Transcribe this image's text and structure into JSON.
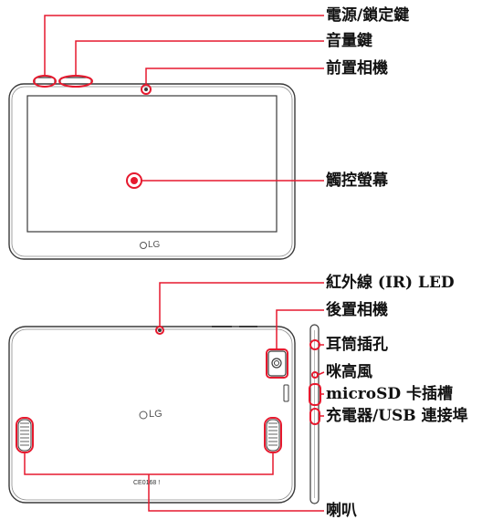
{
  "labels": {
    "power_lock": "電源/鎖定鍵",
    "volume": "音量鍵",
    "front_camera": "前置相機",
    "touchscreen": "觸控螢幕",
    "ir_led": "紅外線 (IR) LED",
    "rear_camera": "後置相機",
    "headset_jack": "耳筒插孔",
    "microphone": "咪高風",
    "microsd_slot": "microSD 卡插槽",
    "charger_usb_port": "充電器/USB 連接埠",
    "speaker": "喇叭"
  },
  "front_logo": "LG",
  "back_logo": "LG",
  "back_marking": "CE0168 !",
  "colors": {
    "callout": "#e6192e",
    "outline": "#3a3a3a",
    "screen_fill": "#ffffff",
    "text": "#111111"
  }
}
